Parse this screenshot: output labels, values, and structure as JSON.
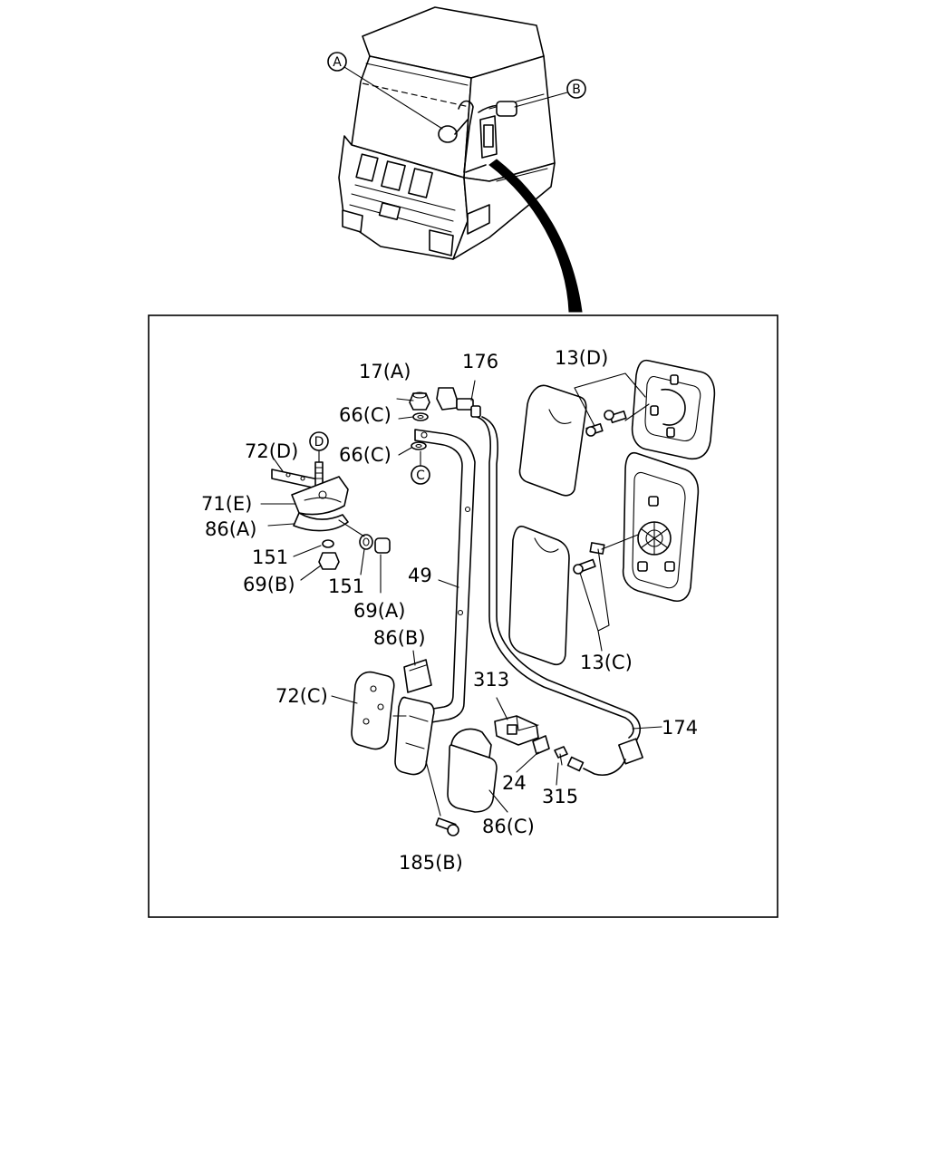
{
  "overview_callouts": [
    "A",
    "B"
  ],
  "detail_callouts": [
    "C",
    "D"
  ],
  "labels": {
    "p17A": "17(A)",
    "p176": "176",
    "p13D": "13(D)",
    "p66C_1": "66(C)",
    "p66C_2": "66(C)",
    "p72D": "72(D)",
    "p71E": "71(E)",
    "p86A": "86(A)",
    "p151_1": "151",
    "p151_2": "151",
    "p69B": "69(B)",
    "p69A": "69(A)",
    "p49": "49",
    "p86B": "86(B)",
    "p72C": "72(C)",
    "p313": "313",
    "p174": "174",
    "p24": "24",
    "p315": "315",
    "p86C": "86(C)",
    "p185B": "185(B)",
    "p13C": "13(C)"
  }
}
